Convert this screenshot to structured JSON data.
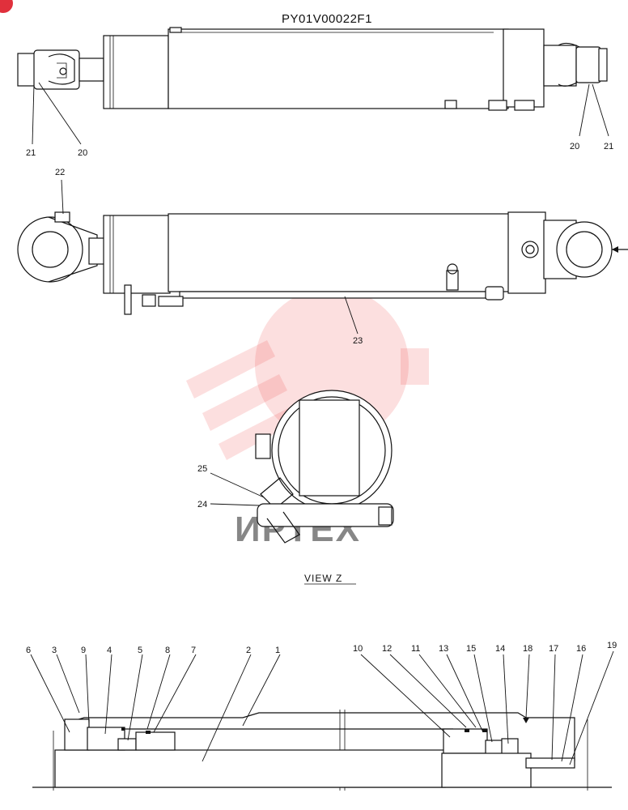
{
  "drawing": {
    "part_number": "PY01V00022F1",
    "view_label": "VIEW  Z",
    "watermark_text": "ИРТЕХ",
    "accent_color": "#ef3b3b"
  },
  "callouts": {
    "top_view": [
      "21",
      "20",
      "20",
      "21"
    ],
    "side_view": [
      "22",
      "23"
    ],
    "view_z": [
      "25",
      "24"
    ],
    "section": [
      "6",
      "3",
      "9",
      "4",
      "5",
      "8",
      "7",
      "2",
      "1",
      "10",
      "12",
      "11",
      "13",
      "15",
      "14",
      "18",
      "17",
      "16",
      "19"
    ]
  }
}
